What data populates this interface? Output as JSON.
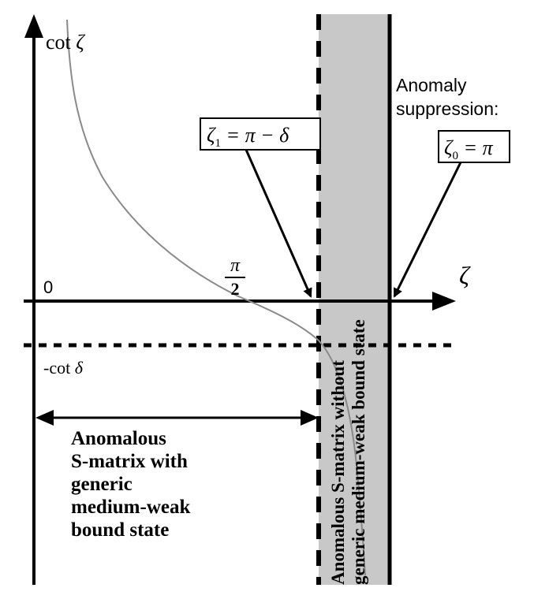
{
  "diagram": {
    "y_axis_label_prefix": "cot ",
    "y_axis_label_symbol": "ζ",
    "x_axis_label": "ζ",
    "origin_label": "0",
    "pi_over_2": {
      "numerator": "π",
      "denominator": "2"
    },
    "neg_cot_prefix": "-cot ",
    "neg_cot_symbol": "δ",
    "zeta1_box": {
      "symbol": "ζ",
      "subscript": "1",
      "expr": " = π − δ"
    },
    "zeta0_box": {
      "symbol": "ζ",
      "subscript": "0",
      "expr": " = π"
    },
    "anomaly_suppression": [
      "Anomaly",
      "suppression:"
    ],
    "band_text": [
      "Anomalous S-matrix without",
      "generic  medium-weak bound state"
    ],
    "left_region_text": [
      "Anomalous",
      "S-matrix with",
      "generic",
      "medium-weak",
      "bound state"
    ],
    "colors": {
      "band_fill": "#c8c8c8",
      "curve": "#8a8a8a",
      "lines": "#000000"
    }
  }
}
